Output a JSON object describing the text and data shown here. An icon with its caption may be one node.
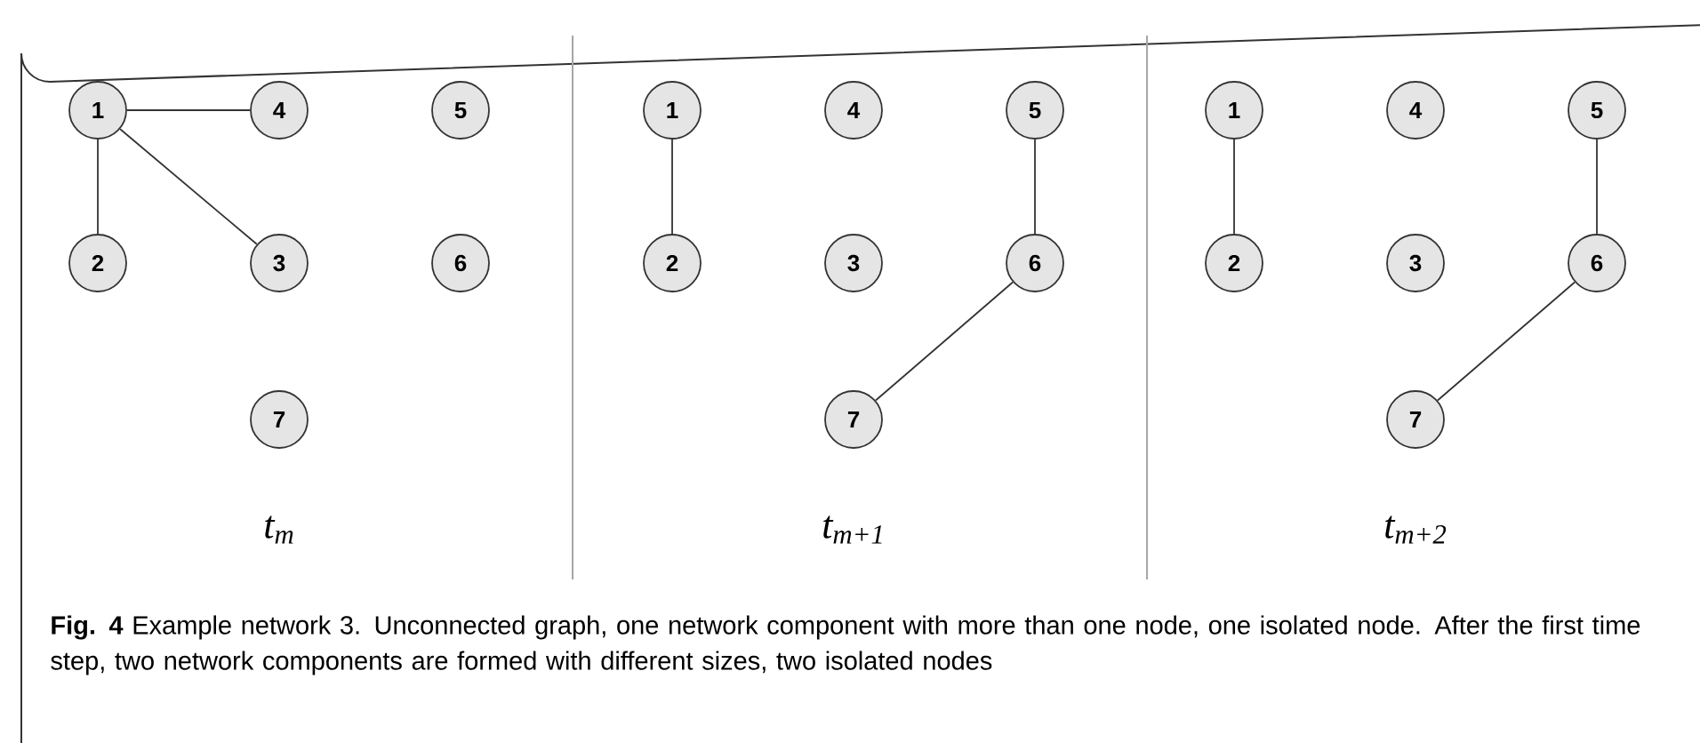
{
  "diagram": {
    "caption": "**Fig. 4** Example network 3. Unconnected graph, one network component with more than one node, one isolated node. After the first time step, two network components are formed with different sizes, two isolated nodes",
    "nodes": [
      {
        "text": [
          "1"
        ]
      },
      {
        "text": [
          "2"
        ]
      },
      {
        "text": [
          "3"
        ]
      },
      {
        "text": [
          "4"
        ]
      },
      {
        "text": [
          "5"
        ]
      },
      {
        "text": [
          "6"
        ]
      },
      {
        "text": [
          "7"
        ]
      },
      {
        "text": [
          "1"
        ]
      },
      {
        "text": [
          "2"
        ]
      },
      {
        "text": [
          "3"
        ]
      },
      {
        "text": [
          "4"
        ]
      },
      {
        "text": [
          "5"
        ]
      },
      {
        "text": [
          "6"
        ]
      },
      {
        "text": [
          "7"
        ]
      },
      {
        "text": [
          "1"
        ]
      },
      {
        "text": [
          "2"
        ]
      },
      {
        "text": [
          "3"
        ]
      },
      {
        "text": [
          "4"
        ]
      },
      {
        "text": [
          "5"
        ]
      },
      {
        "text": [
          "6"
        ]
      },
      {
        "text": [
          "7"
        ]
      }
    ],
    "edges": [
      {
        "from": 0,
        "to": 3,
        "arrow": "none"
      },
      {
        "from": 0,
        "to": 1,
        "arrow": "none"
      },
      {
        "from": 0,
        "to": 2,
        "arrow": "none"
      },
      {
        "from": 7,
        "to": 8,
        "arrow": "none"
      },
      {
        "from": 11,
        "to": 12,
        "arrow": "none"
      },
      {
        "from": 12,
        "to": 13,
        "arrow": "none"
      },
      {
        "from": 14,
        "to": 15,
        "arrow": "none"
      },
      {
        "from": 18,
        "to": 19,
        "arrow": "none"
      },
      {
        "from": 19,
        "to": 20,
        "arrow": "none"
      }
    ],
    "labels": [
      "t$_{m}$",
      "t$_{m+1}$",
      "t$_{m+2}$"
    ]
  }
}
